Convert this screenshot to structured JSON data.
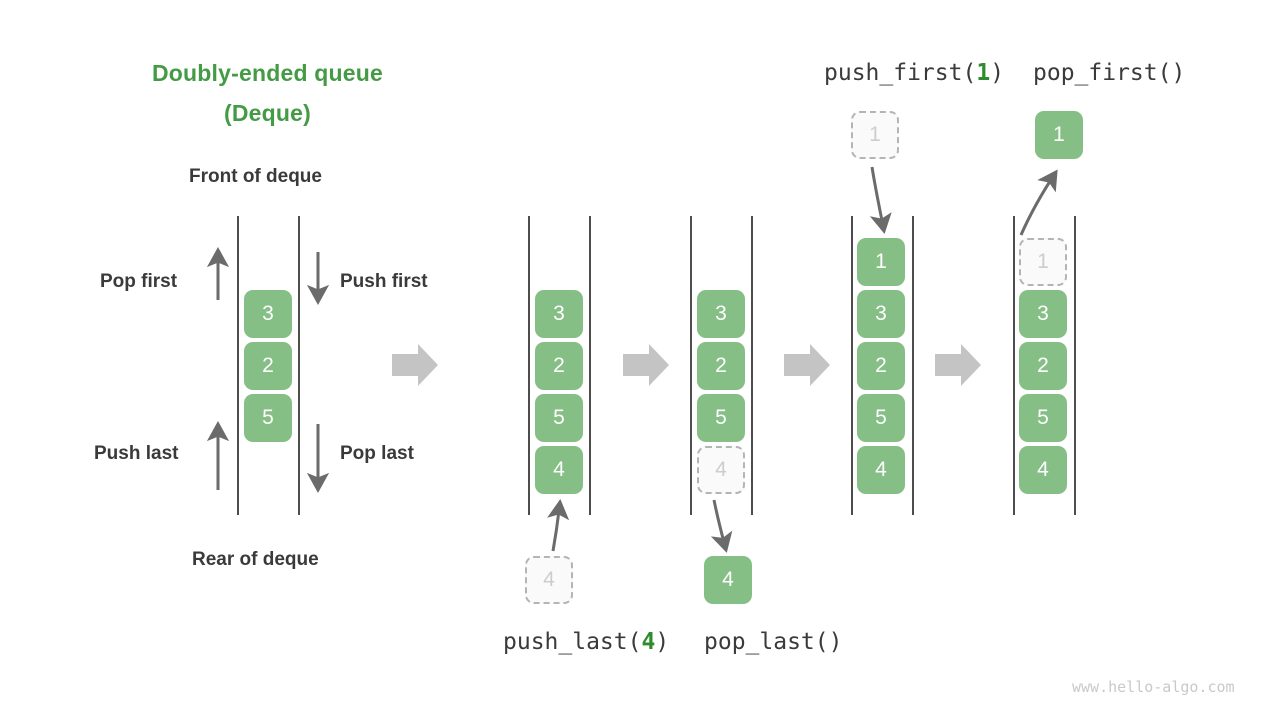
{
  "title": {
    "line1": "Doubly-ended queue",
    "line2": "(Deque)"
  },
  "labels": {
    "front": "Front of deque",
    "rear": "Rear of deque",
    "pop_first": "Pop first",
    "push_first": "Push first",
    "push_last": "Push last",
    "pop_last": "Pop last"
  },
  "operations": {
    "push_first": {
      "name": "push_first(",
      "arg": "1",
      "close": ")"
    },
    "pop_first": {
      "name": "pop_first()",
      "arg": "",
      "close": ""
    },
    "push_last": {
      "name": "push_last(",
      "arg": "4",
      "close": ")"
    },
    "pop_last": {
      "name": "pop_last()",
      "arg": "",
      "close": ""
    }
  },
  "colors": {
    "accent_green": "#459b45",
    "box_green": "#85bf85",
    "rail_gray": "#4d4d4d",
    "ghost_border": "#b4b4b4",
    "ghost_text": "#cdcdcd",
    "arrow_gray": "#6b6b6b",
    "separator_gray": "#c4c4c4",
    "text_dark": "#3a3a3a"
  },
  "columns": [
    {
      "id": "initial",
      "values": [
        "3",
        "2",
        "5"
      ],
      "states": [
        "solid",
        "solid",
        "solid"
      ]
    },
    {
      "id": "after-push-last",
      "values": [
        "3",
        "2",
        "5",
        "4"
      ],
      "states": [
        "solid",
        "solid",
        "solid",
        "solid"
      ]
    },
    {
      "id": "before-pop-last",
      "values": [
        "3",
        "2",
        "5",
        "4"
      ],
      "states": [
        "solid",
        "solid",
        "solid",
        "ghost"
      ]
    },
    {
      "id": "after-push-first",
      "values": [
        "1",
        "3",
        "2",
        "5",
        "4"
      ],
      "states": [
        "solid",
        "solid",
        "solid",
        "solid",
        "solid"
      ]
    },
    {
      "id": "before-pop-first",
      "values": [
        "1",
        "3",
        "2",
        "5",
        "4"
      ],
      "states": [
        "ghost",
        "solid",
        "solid",
        "solid",
        "solid"
      ]
    }
  ],
  "floating_boxes": {
    "push_first_source": {
      "value": "1",
      "state": "ghost"
    },
    "pop_first_result": {
      "value": "1",
      "state": "solid"
    },
    "push_last_source": {
      "value": "4",
      "state": "ghost"
    },
    "pop_last_result": {
      "value": "4",
      "state": "solid"
    }
  },
  "watermark": "www.hello-algo.com"
}
